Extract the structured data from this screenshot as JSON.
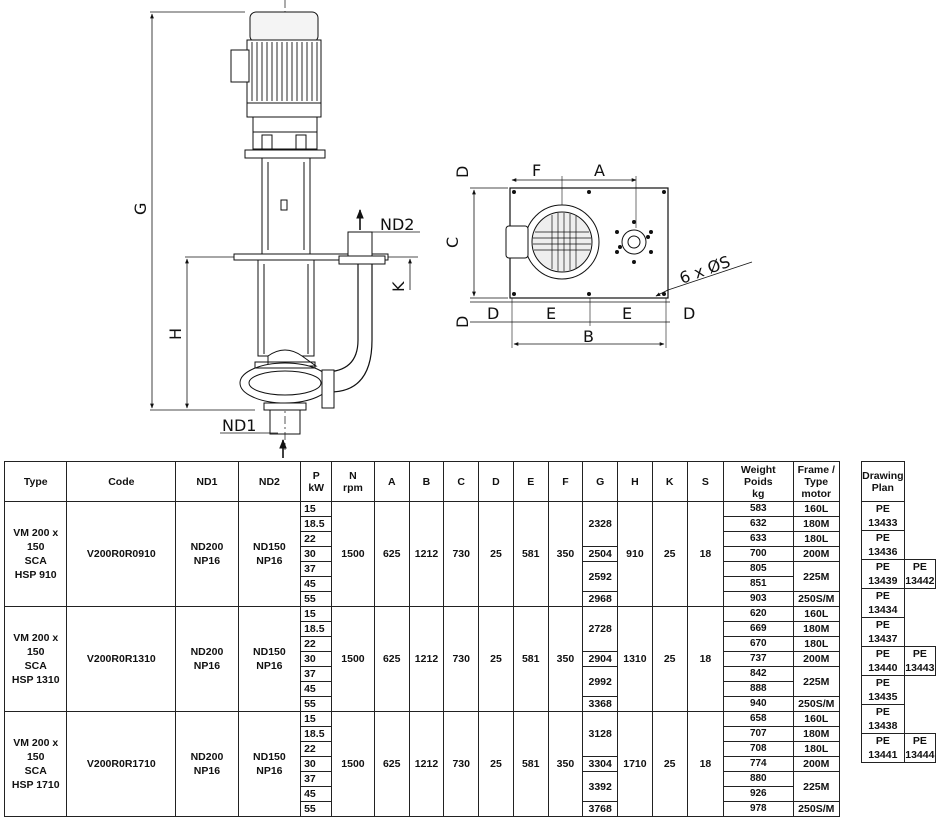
{
  "drawing": {
    "labels": {
      "g": "G",
      "h": "H",
      "nd1": "ND1",
      "nd2": "ND2",
      "k": "K",
      "f": "F",
      "a": "A",
      "d": "D",
      "c": "C",
      "e": "E",
      "b": "B",
      "bolts": "6 x ØS"
    }
  },
  "table": {
    "headers": {
      "type": "Type",
      "code": "Code",
      "nd1": "ND1",
      "nd2": "ND2",
      "p_line1": "P",
      "p_line2": "kW",
      "n_line1": "N",
      "n_line2": "rpm",
      "a": "A",
      "b": "B",
      "c": "C",
      "d": "D",
      "e": "E",
      "f": "F",
      "g": "G",
      "h": "H",
      "k": "K",
      "s": "S",
      "weight_line1": "Weight",
      "weight_line2": "Poids",
      "weight_line3": "kg",
      "frame_line1": "Frame /",
      "frame_line2": "Type",
      "frame_line3": "motor",
      "plan_line1": "Drawing",
      "plan_line2": "Plan"
    },
    "groups": [
      {
        "type_lines": [
          "VM 200 x",
          "150",
          "SCA",
          "HSP 910"
        ],
        "code": "V200R0R0910",
        "nd1_lines": [
          "ND200",
          "NP16"
        ],
        "nd2_lines": [
          "ND150",
          "NP16"
        ],
        "n": "1500",
        "a": "625",
        "b": "1212",
        "c": "730",
        "d": "25",
        "e": "581",
        "f": "350",
        "h": "910",
        "k": "25",
        "s": "18",
        "p": [
          "15",
          "18.5",
          "22",
          "30",
          "37",
          "45",
          "55"
        ],
        "g": [
          "2328",
          "2504",
          "2592",
          "2968"
        ],
        "weight": [
          "583",
          "632",
          "633",
          "700",
          "805",
          "851",
          "903"
        ],
        "frame": [
          "160L",
          "180M",
          "180L",
          "200M",
          "225M",
          "250S/M"
        ],
        "plan": [
          "PE 13433",
          "PE 13436",
          "PE 13439",
          "PE 13442"
        ]
      },
      {
        "type_lines": [
          "VM 200 x",
          "150",
          "SCA",
          "HSP 1310"
        ],
        "code": "V200R0R1310",
        "nd1_lines": [
          "ND200",
          "NP16"
        ],
        "nd2_lines": [
          "ND150",
          "NP16"
        ],
        "n": "1500",
        "a": "625",
        "b": "1212",
        "c": "730",
        "d": "25",
        "e": "581",
        "f": "350",
        "h": "1310",
        "k": "25",
        "s": "18",
        "p": [
          "15",
          "18.5",
          "22",
          "30",
          "37",
          "45",
          "55"
        ],
        "g": [
          "2728",
          "2904",
          "2992",
          "3368"
        ],
        "weight": [
          "620",
          "669",
          "670",
          "737",
          "842",
          "888",
          "940"
        ],
        "frame": [
          "160L",
          "180M",
          "180L",
          "200M",
          "225M",
          "250S/M"
        ],
        "plan": [
          "PE 13434",
          "PE 13437",
          "PE 13440",
          "PE 13443"
        ]
      },
      {
        "type_lines": [
          "VM 200 x",
          "150",
          "SCA",
          "HSP 1710"
        ],
        "code": "V200R0R1710",
        "nd1_lines": [
          "ND200",
          "NP16"
        ],
        "nd2_lines": [
          "ND150",
          "NP16"
        ],
        "n": "1500",
        "a": "625",
        "b": "1212",
        "c": "730",
        "d": "25",
        "e": "581",
        "f": "350",
        "h": "1710",
        "k": "25",
        "s": "18",
        "p": [
          "15",
          "18.5",
          "22",
          "30",
          "37",
          "45",
          "55"
        ],
        "g": [
          "3128",
          "3304",
          "3392",
          "3768"
        ],
        "weight": [
          "658",
          "707",
          "708",
          "774",
          "880",
          "926",
          "978"
        ],
        "frame": [
          "160L",
          "180M",
          "180L",
          "200M",
          "225M",
          "250S/M"
        ],
        "plan": [
          "PE 13435",
          "PE 13438",
          "PE 13441",
          "PE 13444"
        ]
      }
    ]
  }
}
